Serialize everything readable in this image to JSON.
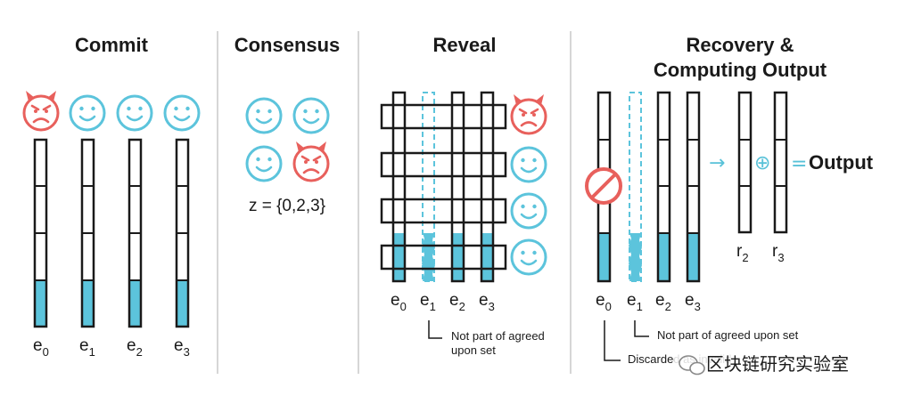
{
  "colors": {
    "ink": "#1a1a1a",
    "honest": "#5cc4dc",
    "malicious": "#e8605c",
    "fill": "#5cc4dc",
    "divider": "#c8c8c8"
  },
  "icons": {
    "honest": "smiley-face-icon",
    "malicious": "devil-face-icon",
    "discard": "prohibited-sign-icon"
  },
  "sections": {
    "commit": {
      "title": "Commit",
      "labels": [
        {
          "base": "e",
          "sub": "0"
        },
        {
          "base": "e",
          "sub": "1"
        },
        {
          "base": "e",
          "sub": "2"
        },
        {
          "base": "e",
          "sub": "3"
        }
      ]
    },
    "consensus": {
      "title": "Consensus",
      "set_text": "z = {0,2,3}"
    },
    "reveal": {
      "title": "Reveal",
      "labels": [
        {
          "base": "e",
          "sub": "0"
        },
        {
          "base": "e",
          "sub": "1"
        },
        {
          "base": "e",
          "sub": "2"
        },
        {
          "base": "e",
          "sub": "3"
        }
      ],
      "note_line1": "Not part of agreed",
      "note_line2": "upon set"
    },
    "recovery": {
      "title_line1": "Recovery &",
      "title_line2": "Computing Output",
      "labels": [
        {
          "base": "e",
          "sub": "0"
        },
        {
          "base": "e",
          "sub": "1"
        },
        {
          "base": "e",
          "sub": "2"
        },
        {
          "base": "e",
          "sub": "3"
        }
      ],
      "r_labels": [
        {
          "base": "r",
          "sub": "2"
        },
        {
          "base": "r",
          "sub": "3"
        }
      ],
      "arrow": "→",
      "xor": "⊕",
      "equals": "=",
      "output": "Output",
      "note_line1": "Not part of agreed upon set",
      "note_line2": "Discarded as invalid"
    }
  },
  "watermark": "区块链研究实验室"
}
